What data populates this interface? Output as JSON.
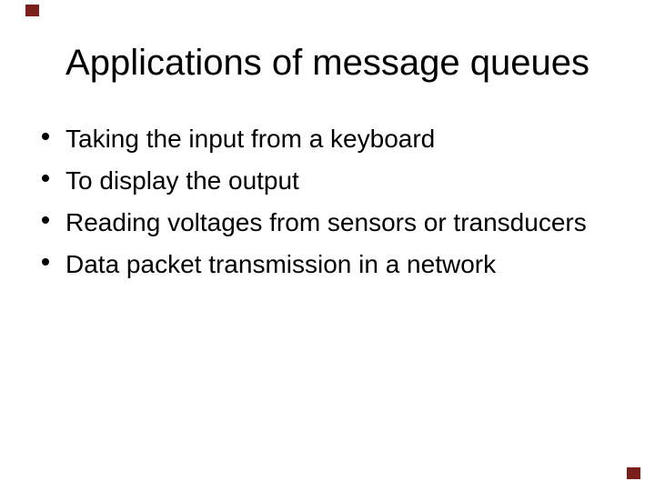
{
  "slide": {
    "title": "Applications of message queues",
    "bullets": [
      "Taking the input from a keyboard",
      "To display the output",
      "Reading voltages from sensors or transducers",
      "Data packet transmission in a network"
    ],
    "colors": {
      "background": "#ffffff",
      "text": "#000000",
      "corner_accent": "#7b1f1d"
    }
  }
}
